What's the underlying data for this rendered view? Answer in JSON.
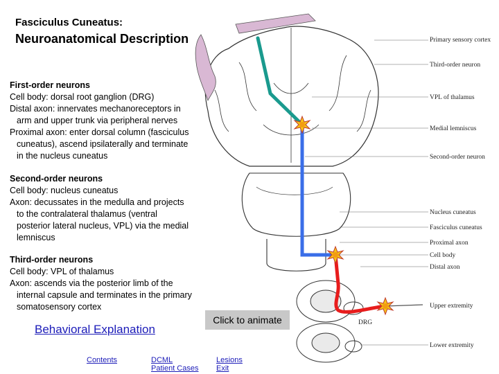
{
  "title": {
    "line1": "Fasciculus Cuneatus:",
    "line2": "Neuroanatomical Description"
  },
  "first_order": {
    "heading": "First-order neurons",
    "lines": [
      "Cell body: dorsal root ganglion (DRG)",
      "Distal axon: innervates mechanoreceptors in",
      "arm and upper trunk via peripheral nerves",
      "Proximal axon: enter dorsal column (fasciculus",
      "cuneatus), ascend ipsilaterally and terminate",
      "in the nucleus cuneatus"
    ]
  },
  "second_order": {
    "heading": "Second-order neurons",
    "lines": [
      "Cell body: nucleus cuneatus",
      "Axon: decussates in the medulla and projects",
      "to the contralateral thalamus (ventral",
      "posterior lateral nucleus, VPL) via the medial",
      "lemniscus"
    ]
  },
  "third_order": {
    "heading": "Third-order neurons",
    "lines": [
      "Cell body: VPL of thalamus",
      "Axon: ascends via the posterior limb of the",
      "internal capsule and terminates in the primary",
      "somatosensory cortex"
    ]
  },
  "buttons": {
    "animate": "Click to animate",
    "behavioral": "Behavioral Explanation"
  },
  "nav": {
    "contents": "Contents",
    "dcml": "DCML",
    "patient_cases": "Patient Cases",
    "lesions": "Lesions",
    "exit": "Exit"
  },
  "diagram_labels": {
    "primary_sensory_cortex": "Primary sensory cortex",
    "third_order_neuron": "Third-order neuron",
    "vpl_thalamus": "VPL of thalamus",
    "medial_lemniscus": "Medial lemniscus",
    "second_order_neuron": "Second-order neuron",
    "nucleus_cuneatus": "Nucleus cuneatus",
    "fasciculus_cuneatus": "Fasciculus cuneatus",
    "proximal_axon": "Proximal axon",
    "cell_body": "Cell body",
    "distal_axon": "Distal axon",
    "upper_extremity": "Upper extremity",
    "drg": "DRG",
    "lower_extremity": "Lower extremity"
  },
  "colors": {
    "third_order_path": "#1a9a8e",
    "second_order_path": "#3a6ee8",
    "first_order_path": "#e81c1c",
    "neuron_body": "#f5c518",
    "button_bg": "#c8c8c8",
    "link": "#1b1bb8"
  }
}
